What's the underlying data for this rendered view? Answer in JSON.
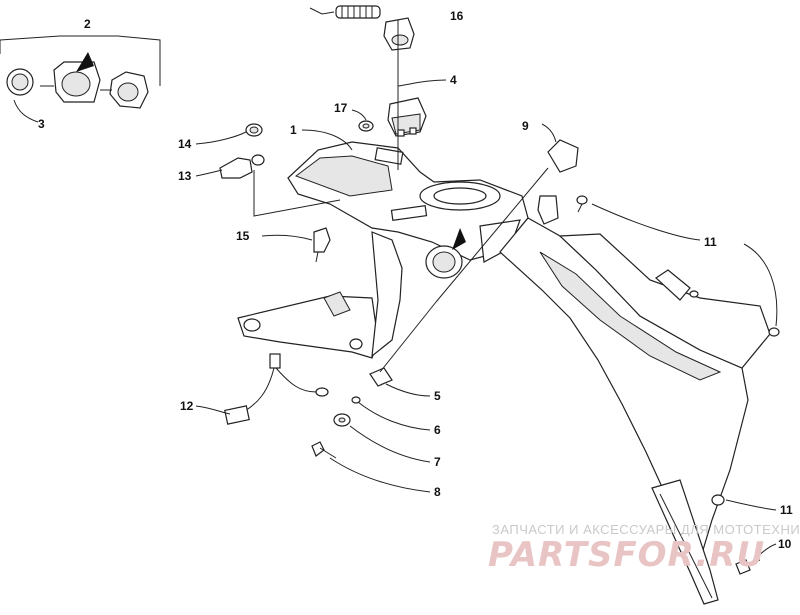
{
  "callouts": {
    "c1": "1",
    "c2": "2",
    "c3": "3",
    "c4": "4",
    "c5": "5",
    "c6": "6",
    "c7": "7",
    "c8": "8",
    "c9": "9",
    "c10": "10",
    "c11a": "11",
    "c11b": "11",
    "c12": "12",
    "c13": "13",
    "c14": "14",
    "c15": "15",
    "c16": "16",
    "c17": "17"
  },
  "watermark": {
    "tagline": "ЗАПЧАСТИ И АКСЕССУАРЫ ДЛЯ МОТОТЕХНИКИ",
    "logo": "PARTSFOR.RU"
  },
  "colors": {
    "stroke": "#222222",
    "watermark_text": "#c9c9c9",
    "watermark_logo": "#e9c4c4"
  }
}
